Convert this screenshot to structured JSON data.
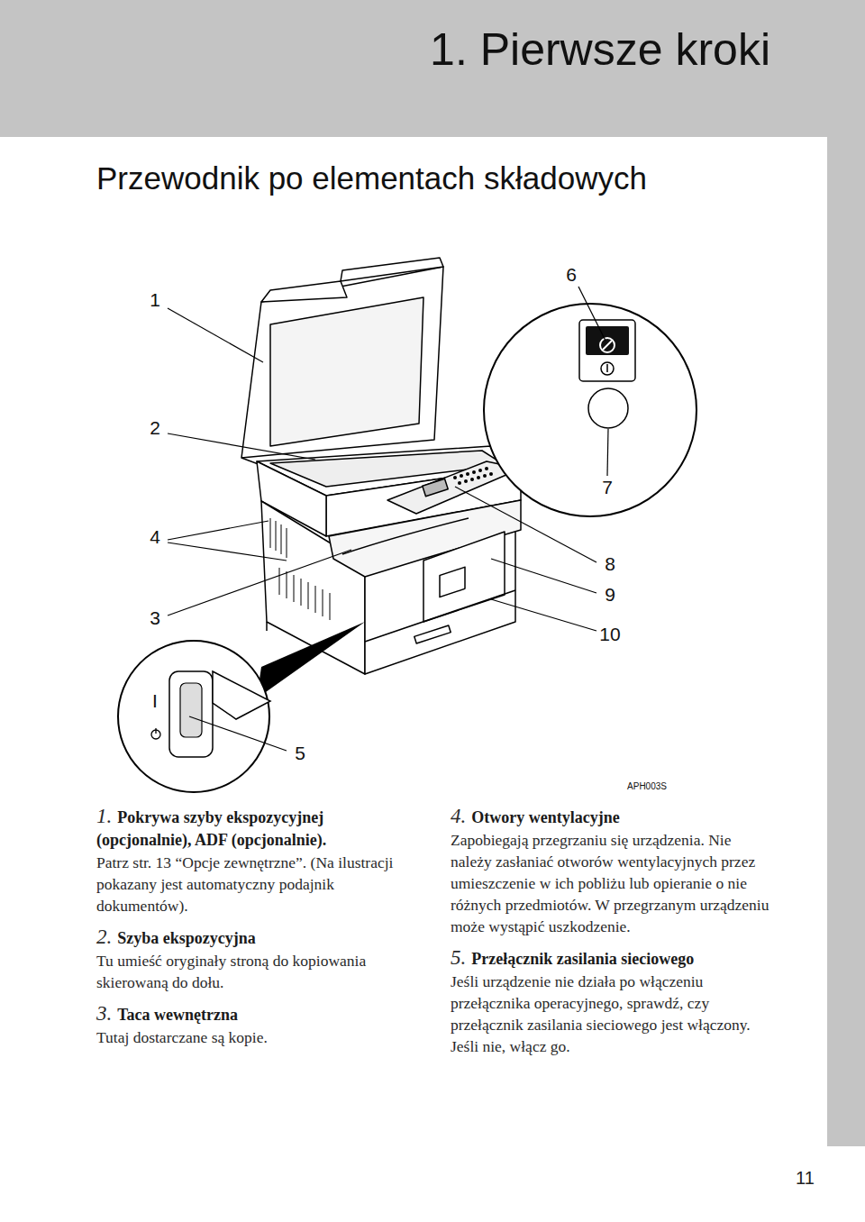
{
  "diagram": {
    "title": "Przewodnik po elementach składowych",
    "nodes": [
      {
        "text": [
          "1. Pierwsze kroki"
        ]
      }
    ],
    "labels": [
      "1",
      "2",
      "4",
      "3",
      "6",
      "7",
      "8",
      "9",
      "10",
      "5",
      "I",
      "APH003S",
      "1.",
      "Pokrywa szyby ekspozycyjnej (opcjonalnie), ADF (opcjonalnie).",
      "Patrz str. 13 “Opcje zewnętrzne”. (Na ilustracji pokazany jest automatyczny podajnik dokumentów).",
      "2.",
      "Szyba ekspozycyjna",
      "Tu umieść oryginały stroną do kopiowania skierowaną do dołu.",
      "3.",
      "Taca wewnętrzna",
      "Tutaj dostarczane są kopie.",
      "4.",
      "Otwory wentylacyjne",
      "Zapobiegają przegrzaniu się urządzenia. Nie należy zasłaniać otworów wentylacyjnych przez umieszczenie w ich pobliżu lub opieranie o nie różnych przedmiotów. W przegrzanym urządzeniu może wystąpić uszkodzenie.",
      "5.",
      "Przełącznik zasilania sieciowego",
      "Jeśli urządzenie nie działa po włączeniu przełącznika operacyjnego, sprawdź, czy przełącznik zasilania sieciowego jest włączony. Jeśli nie, włącz go.",
      "11"
    ]
  }
}
